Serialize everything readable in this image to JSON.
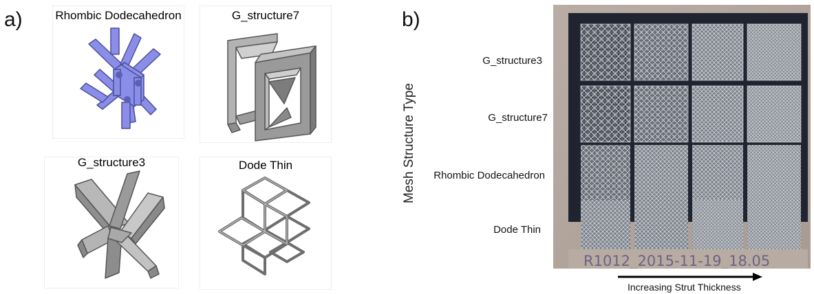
{
  "panel_a": {
    "label": "a)",
    "tiles": [
      {
        "title": "Rhombic Dodecahedron",
        "icon": "rhombic-dodecahedron-lattice-icon",
        "color": "#8b8ee8"
      },
      {
        "title": "G_structure7",
        "icon": "g-structure7-frame-icon",
        "color": "#a6a6a6"
      },
      {
        "title": "G_structure3",
        "icon": "g-structure3-cross-icon",
        "color": "#a6a6a6"
      },
      {
        "title": "Dode Thin",
        "icon": "dode-thin-lattice-icon",
        "color": "#a6a6a6"
      }
    ]
  },
  "panel_b": {
    "label": "b)",
    "y_axis_label": "Mesh Structure Type",
    "row_labels": [
      "G_structure3",
      "G_structure7",
      "Rhombic Dodecahedron",
      "Dode Thin"
    ],
    "x_axis_label": "Increasing Strut Thickness",
    "plate_marking": "R1012_2015-11-19_18.05",
    "grid": {
      "rows": 4,
      "columns": 4
    }
  }
}
